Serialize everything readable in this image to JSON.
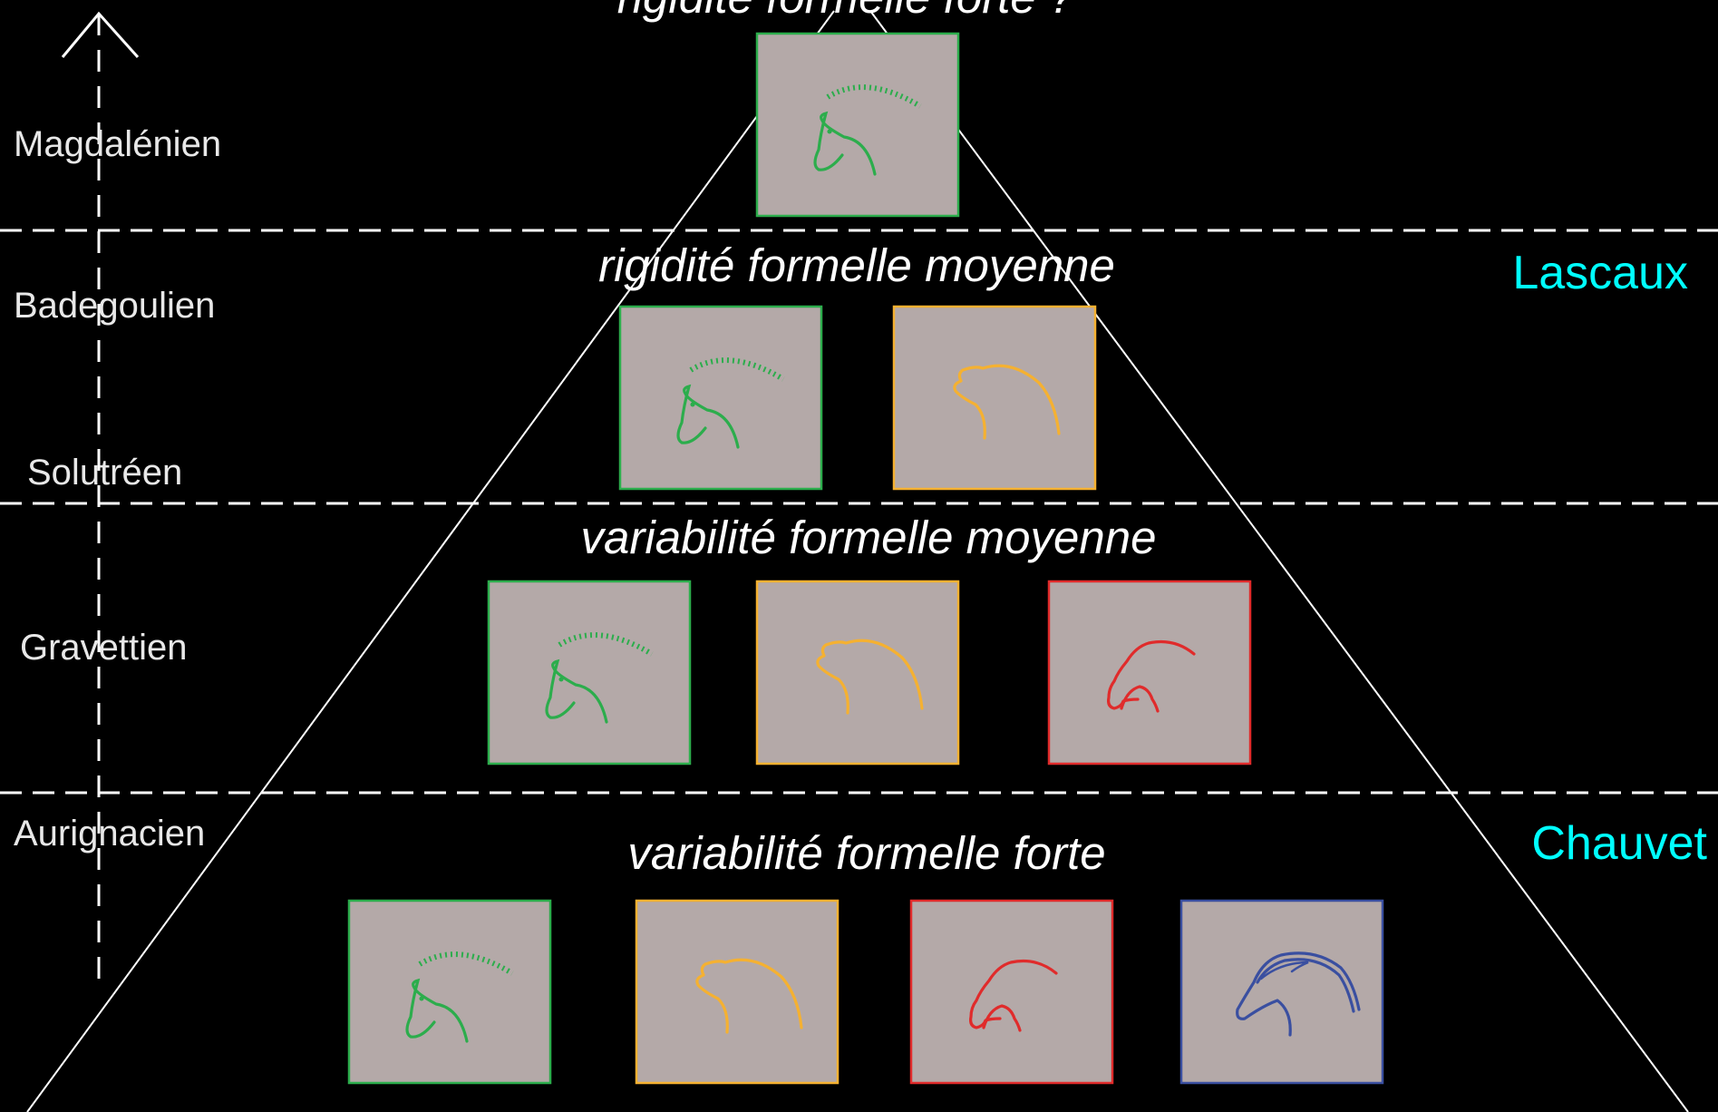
{
  "periods": [
    {
      "label": "Magdalénien"
    },
    {
      "label": "Badegoulien"
    },
    {
      "label": "Solutréen"
    },
    {
      "label": "Gravettien"
    },
    {
      "label": "Aurignacien"
    }
  ],
  "sites": {
    "top": "Lascaux",
    "bottom": "Chauvet"
  },
  "captions": {
    "level1": "rigidité formelle forte ?",
    "level2": "rigidité formelle moyenne",
    "level3": "variabilité formelle moyenne",
    "level4": "variabilité formelle forte"
  },
  "colors": {
    "background": "#000000",
    "panel": "#b4a9a8",
    "site_label": "#00ffff",
    "green": "#2cad4c",
    "orange": "#f5b131",
    "red": "#e02b2b",
    "blue": "#3a4fa0"
  },
  "levels": [
    {
      "name": "level1",
      "horses": [
        "green"
      ]
    },
    {
      "name": "level2",
      "horses": [
        "green",
        "orange"
      ]
    },
    {
      "name": "level3",
      "horses": [
        "green",
        "orange",
        "red"
      ]
    },
    {
      "name": "level4",
      "horses": [
        "green",
        "orange",
        "red",
        "blue"
      ]
    }
  ]
}
